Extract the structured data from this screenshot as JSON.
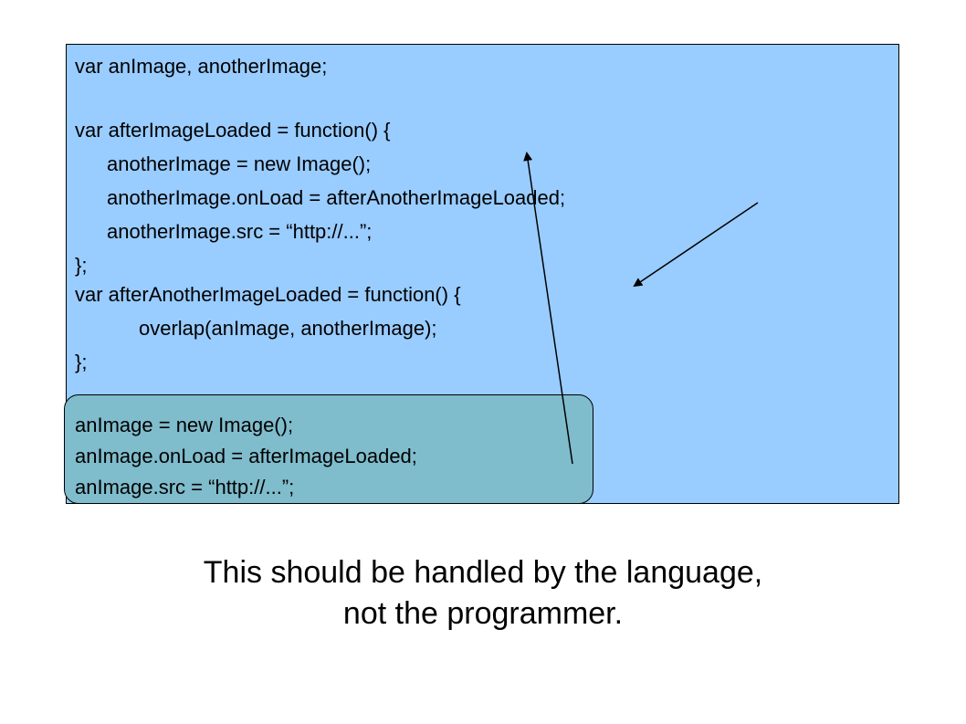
{
  "code": {
    "lines": [
      "var anImage, anotherImage;",
      "var afterImageLoaded = function() {",
      "anotherImage = new Image();",
      "anotherImage.onLoad = afterAnotherImageLoaded;",
      "anotherImage.src = “http://...”;",
      "};",
      "var afterAnotherImageLoaded = function() {",
      "overlap(anImage, anotherImage);",
      "};",
      "anImage = new Image();",
      "anImage.onLoad = afterImageLoaded;",
      "anImage.src = “http://...”;"
    ]
  },
  "caption": {
    "line1": "This should be handled by the language,",
    "line2": "not the programmer."
  },
  "colors": {
    "code_background": "#99ccff",
    "highlight_background": "#7fbccc",
    "arrow": "#000000"
  }
}
